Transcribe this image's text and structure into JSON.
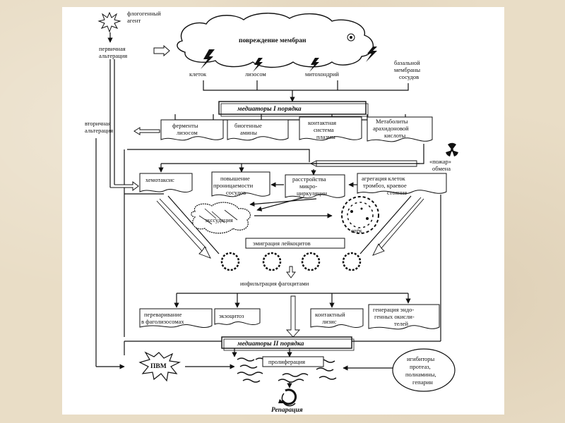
{
  "nodes": {
    "phlogogenic_agent": "флогогенный агент",
    "primary_alteration": "первичная альтерация",
    "membrane_damage": "повреждение мембран",
    "cells": "клеток",
    "lysosomes": "лизосом",
    "mitochondria": "митохондрий",
    "basement_membrane": "базальной мембраны сосудов",
    "mediators_1": "медиаторы I порядка",
    "secondary_alteration": "вторичная альтерация",
    "enzymes": "ферменты лизосом",
    "biogenic_amines": "биогенные амины",
    "contact_system": "контактная система плазмы",
    "arachidonic": "Метаболиты арахидоновой кислоты",
    "exchange_fire": "«пожар» обмена",
    "chemotaxis": "хемотаксис",
    "permeability": "повышение проницаемости сосудов",
    "microcirculation": "расстройства микро-циркуляции",
    "aggregation": "агрегация клеток тромбоз, краевое стояние",
    "exudation": "экссудация",
    "edema": "отёк",
    "leukocyte_emigration": "эмиграция лейкоцитов",
    "phagocyte_infiltration": "инфильтрация фагоцитами",
    "digestion": "переваривание в фаголизосомах",
    "exocytosis": "экзоцитоз",
    "contact_lysis": "контактный лизис",
    "oxidants": "генерация эндо-генных окисли-телей",
    "mediators_2": "медиаторы II порядка",
    "pvm": "ПВМ",
    "proliferation": "пролиферация",
    "inhibitors": "игибиторы протеаз, полиамины, гепарин",
    "reparation": "Репарация"
  }
}
